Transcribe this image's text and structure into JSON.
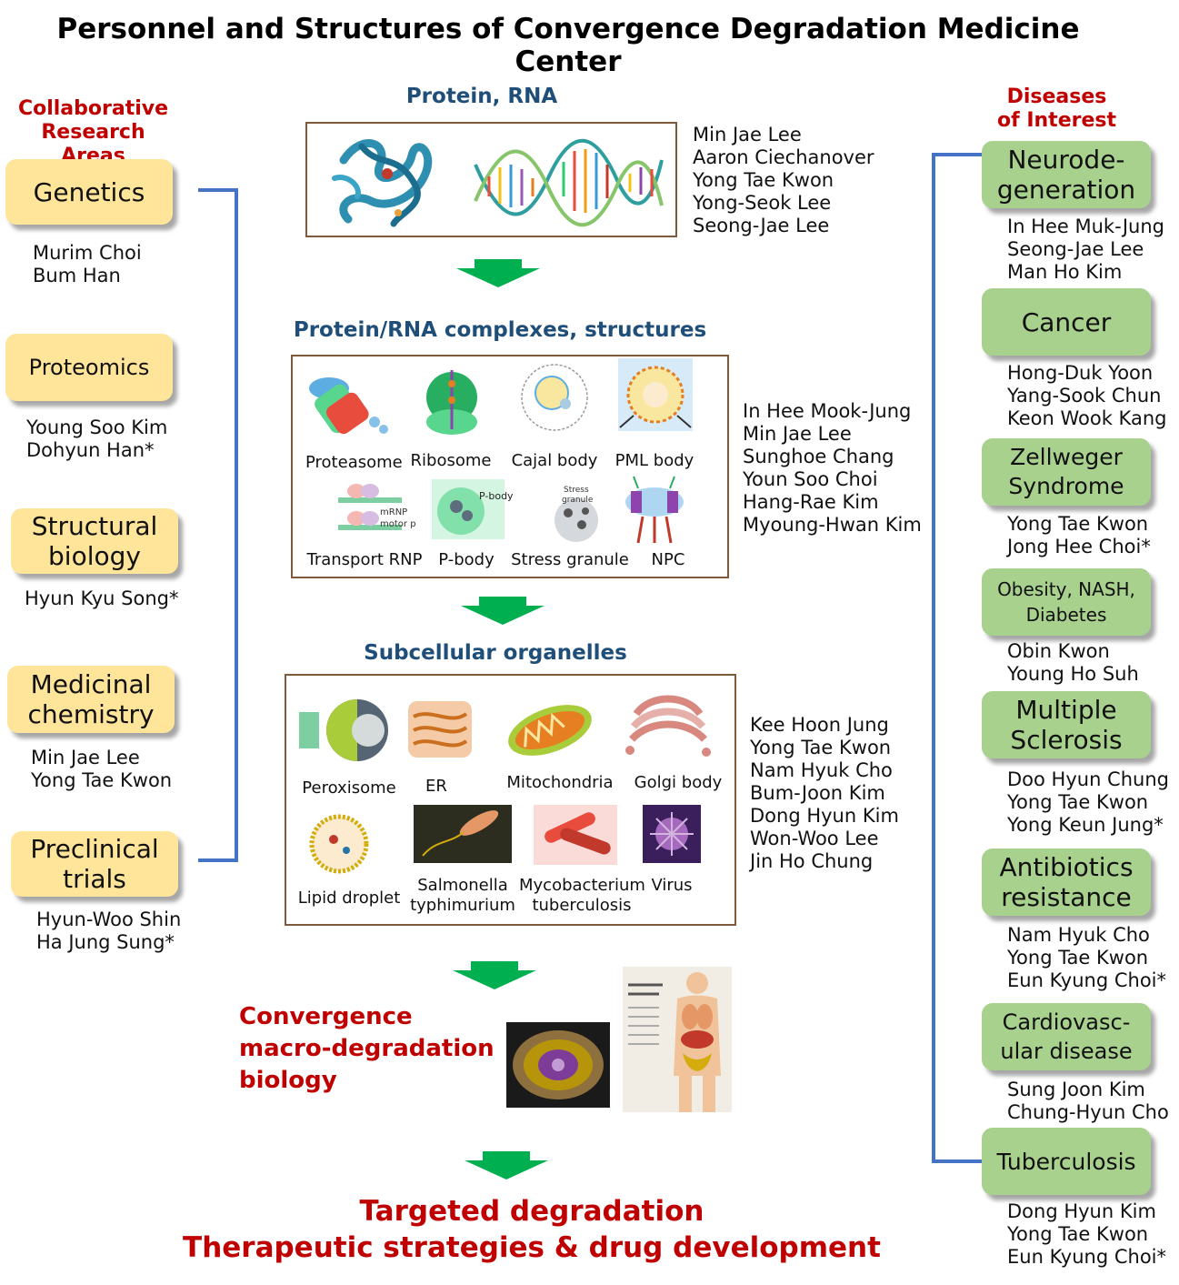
{
  "title": "Personnel and Structures of Convergence Degradation Medicine Center",
  "left": {
    "heading": [
      "Collaborative",
      "Research Areas"
    ],
    "areas": [
      {
        "label": [
          "Genetics"
        ],
        "people": [
          "Murim Choi",
          "Bum Han"
        ]
      },
      {
        "label": [
          "Proteomics"
        ],
        "people": [
          "Young Soo Kim",
          "Dohyun Han*"
        ]
      },
      {
        "label": [
          "Structural",
          "biology"
        ],
        "people": [
          "Hyun Kyu Song*"
        ]
      },
      {
        "label": [
          "Medicinal",
          "chemistry"
        ],
        "people": [
          "Min Jae Lee",
          "Yong Tae Kwon"
        ]
      },
      {
        "label": [
          "Preclinical",
          "trials"
        ],
        "people": [
          "Hyun-Woo Shin",
          "Ha Jung Sung*"
        ]
      }
    ]
  },
  "center": {
    "level1": {
      "heading": "Protein, RNA",
      "people": [
        "Min Jae Lee",
        "Aaron Ciechanover",
        "Yong Tae Kwon",
        "Yong-Seok Lee",
        "Seong-Jae Lee"
      ]
    },
    "level2": {
      "heading": "Protein/RNA complexes, structures",
      "items": [
        "Proteasome",
        "Ribosome",
        "Cajal body",
        "PML body",
        "Transport RNP",
        "P-body",
        "Stress granule",
        "NPC"
      ],
      "image_text": {
        "pbody": "P-body",
        "stress": [
          "Stress",
          "granule"
        ],
        "mrnp": [
          "mRNP",
          "motor p"
        ]
      },
      "people": [
        "In Hee Mook-Jung",
        "Min Jae Lee",
        "Sunghoe Chang",
        "Youn Soo Choi",
        "Hang-Rae Kim",
        "Myoung-Hwan Kim"
      ]
    },
    "level3": {
      "heading": "Subcellular organelles",
      "items": [
        "Peroxisome",
        "ER",
        "Mitochondria",
        "Golgi body",
        "Lipid droplet",
        "Salmonella typhimurium",
        "Mycobacterium tuberculosis",
        "Virus"
      ],
      "people": [
        "Kee Hoon Jung",
        "Yong Tae Kwon",
        "Nam Hyuk Cho",
        "Bum-Joon Kim",
        "Dong Hyun Kim",
        "Won-Woo Lee",
        "Jin Ho Chung"
      ]
    },
    "convergence": [
      "Convergence",
      "macro-degradation",
      "biology"
    ],
    "bottom": [
      "Targeted degradation",
      "Therapeutic strategies & drug development"
    ]
  },
  "right": {
    "heading": [
      "Diseases",
      "of Interest"
    ],
    "diseases": [
      {
        "label": [
          "Neurode-",
          "generation"
        ],
        "people": [
          "In Hee Muk-Jung",
          "Seong-Jae Lee",
          "Man Ho Kim"
        ]
      },
      {
        "label": [
          "Cancer"
        ],
        "people": [
          "Hong-Duk Yoon",
          "Yang-Sook Chun",
          "Keon Wook Kang"
        ]
      },
      {
        "label": [
          "Zellweger",
          "Syndrome"
        ],
        "people": [
          "Yong Tae Kwon",
          "Jong Hee Choi*"
        ]
      },
      {
        "label": [
          "Obesity, NASH,",
          "Diabetes"
        ],
        "people": [
          "Obin Kwon",
          "Young Ho Suh"
        ]
      },
      {
        "label": [
          "Multiple",
          "Sclerosis"
        ],
        "people": [
          "Doo Hyun Chung",
          "Yong Tae Kwon",
          "Yong Keun Jung*"
        ]
      },
      {
        "label": [
          "Antibiotics",
          "resistance"
        ],
        "people": [
          "Nam Hyuk Cho",
          "Yong Tae Kwon",
          "Eun Kyung Choi*"
        ]
      },
      {
        "label": [
          "Cardiovasc-",
          "ular disease"
        ],
        "people": [
          "Sung Joon Kim",
          "Chung-Hyun Cho"
        ]
      },
      {
        "label": [
          "Tuberculosis"
        ],
        "people": [
          "Dong Hyun Kim",
          "Yong Tae Kwon",
          "Eun Kyung Choi*"
        ]
      }
    ]
  },
  "colors": {
    "yellow_box": "#ffe599",
    "green_box": "#a9d18e",
    "connector": "#4472c4",
    "arrow": "#00b050",
    "heading_red": "#c00000",
    "heading_blue": "#1f4e79"
  }
}
